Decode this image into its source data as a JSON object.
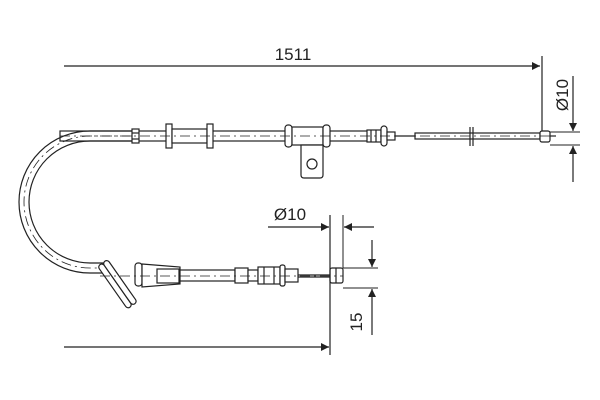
{
  "diagram": {
    "type": "cable-technical-drawing",
    "subject": "handbrake cable",
    "colors": {
      "line": "#222222",
      "background": "#ffffff"
    },
    "dimensions": {
      "overall_length": {
        "value": "1511",
        "orientation": "horizontal"
      },
      "right_end_diameter": {
        "value": "Ø10",
        "orientation": "vertical"
      },
      "left_end_diameter": {
        "value": "Ø10",
        "orientation": "horizontal"
      },
      "left_end_length": {
        "value": "15",
        "orientation": "vertical"
      }
    }
  }
}
